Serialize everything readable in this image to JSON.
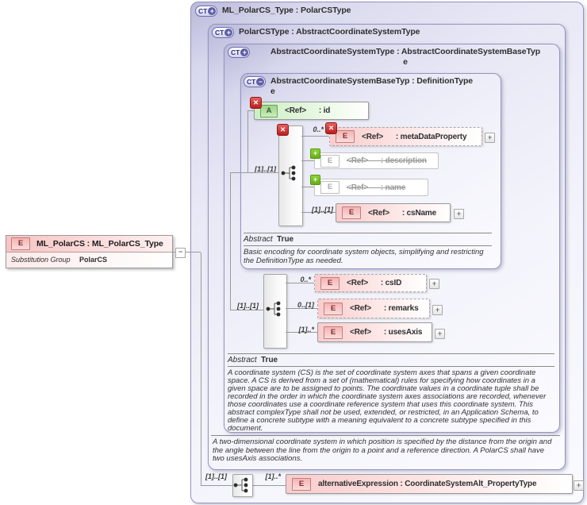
{
  "left_panel": {
    "element_icon": "E",
    "title": "ML_PolarCS : ML_PolarCS_Type",
    "subst_label": "Substitution Group",
    "subst_value": "PolarCS"
  },
  "ui": {
    "expand_glyph": "+",
    "collapse_glyph": "−"
  },
  "badges": {
    "removed": "✕",
    "added": "+"
  },
  "box1": {
    "type_icon": "CT",
    "type_icon_modifier": "+",
    "title": "ML_PolarCS_Type : PolarCSType",
    "content": {
      "seq_cardinality": "[1]..[1]",
      "alternativeExpression": {
        "cardinality": "[1]..*",
        "element_icon": "E",
        "label": "alternativeExpression : CoordinateSystemAlt_PropertyType"
      }
    }
  },
  "box2": {
    "type_icon": "CT",
    "type_icon_modifier": "+",
    "title": "PolarCSType : AbstractCoordinateSystemType",
    "documentation": "A two-dimensional coordinate system in which position is specified by the distance from the origin and the angle between the line from the origin to a point and a reference direction. A PolarCS shall have two usesAxis associations."
  },
  "box3": {
    "type_icon": "CT",
    "type_icon_modifier": "+",
    "title_line1": "AbstractCoordinateSystemType : AbstractCoordinateSystemBaseTyp",
    "title_line2": "e",
    "content": {
      "seq_cardinality": "[1]..[1]",
      "csID": {
        "cardinality": "0..*",
        "element_icon": "E",
        "label": "<Ref>      : csID"
      },
      "remarks": {
        "cardinality": "0..[1]",
        "element_icon": "E",
        "label": "<Ref>      : remarks"
      },
      "usesAxis": {
        "cardinality": "[1]..*",
        "element_icon": "E",
        "label": "<Ref>      : usesAxis"
      }
    },
    "abstract_label": "Abstract",
    "abstract_value": "True",
    "documentation": "A coordinate system (CS) is the set of coordinate system axes that spans a given coordinate space. A CS is derived from a set of (mathematical) rules for specifying how coordinates in a given space are to be assigned to points. The coordinate values in a coordinate tuple shall be recorded in the order in which the coordinate system axes associations are recorded, whenever those coordinates use a coordinate reference system that uses this coordinate system. This abstract complexType shall not be used, extended, or restricted, in an Application Schema, to define a concrete subtype with a meaning equivalent to a concrete subtype specified in this document."
  },
  "box4": {
    "type_icon": "CT",
    "type_icon_modifier": "−",
    "title_line1": "AbstractCoordinateSystemBaseTyp : DefinitionType",
    "title_line2": "e",
    "content": {
      "attribute_id": {
        "attr_icon": "A",
        "label": "<Ref>      : id"
      },
      "seq_cardinality": "[1]..[1]",
      "metaDataProperty": {
        "cardinality": "0..*",
        "element_icon": "E",
        "label": "<Ref>      : metaDataProperty"
      },
      "description": {
        "element_icon": "E",
        "label": "<Ref>      : description"
      },
      "name": {
        "element_icon": "E",
        "label": "<Ref>      : name"
      },
      "csName": {
        "cardinality": "[1]..[1]",
        "element_icon": "E",
        "label": "<Ref>      : csName"
      }
    },
    "abstract_label": "Abstract",
    "abstract_value": "True",
    "documentation": "Basic encoding for coordinate system objects, simplifying and restricting the DefinitionType as needed."
  }
}
